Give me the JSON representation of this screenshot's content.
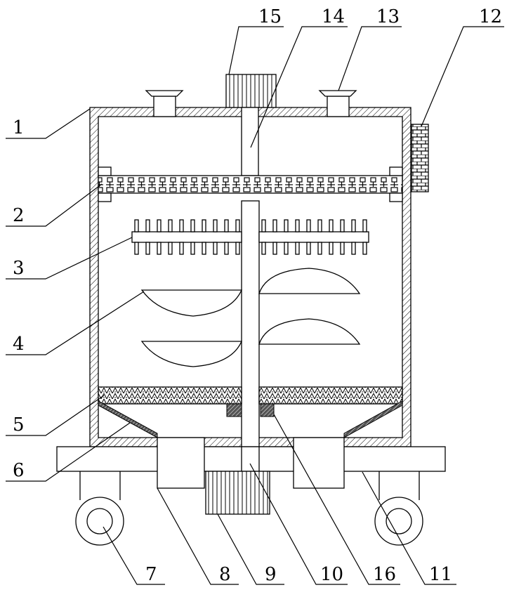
{
  "diagram": {
    "type": "patent mechanical drawing",
    "labels": {
      "l1": "1",
      "l2": "2",
      "l3": "3",
      "l4": "4",
      "l5": "5",
      "l6": "6",
      "l7": "7",
      "l8": "8",
      "l9": "9",
      "l10": "10",
      "l11": "11",
      "l12": "12",
      "l13": "13",
      "l14": "14",
      "l15": "15",
      "l16": "16"
    },
    "colors": {
      "line": "#000000",
      "background": "#ffffff"
    }
  }
}
